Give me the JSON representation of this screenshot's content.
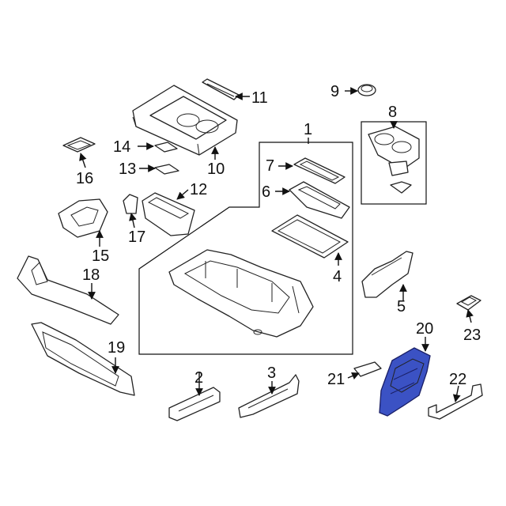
{
  "diagram": {
    "highlight_color": "#3b52c4",
    "line_color": "#222222",
    "callouts": [
      {
        "id": "c1",
        "label": "1"
      },
      {
        "id": "c2",
        "label": "2"
      },
      {
        "id": "c3",
        "label": "3"
      },
      {
        "id": "c4",
        "label": "4"
      },
      {
        "id": "c5",
        "label": "5"
      },
      {
        "id": "c6",
        "label": "6"
      },
      {
        "id": "c7",
        "label": "7"
      },
      {
        "id": "c8",
        "label": "8"
      },
      {
        "id": "c9",
        "label": "9"
      },
      {
        "id": "c10",
        "label": "10"
      },
      {
        "id": "c11",
        "label": "11"
      },
      {
        "id": "c12",
        "label": "12"
      },
      {
        "id": "c13",
        "label": "13"
      },
      {
        "id": "c14",
        "label": "14"
      },
      {
        "id": "c15",
        "label": "15"
      },
      {
        "id": "c16",
        "label": "16"
      },
      {
        "id": "c17",
        "label": "17"
      },
      {
        "id": "c18",
        "label": "18"
      },
      {
        "id": "c19",
        "label": "19"
      },
      {
        "id": "c20",
        "label": "20"
      },
      {
        "id": "c21",
        "label": "21"
      },
      {
        "id": "c22",
        "label": "22"
      },
      {
        "id": "c23",
        "label": "23"
      }
    ]
  }
}
